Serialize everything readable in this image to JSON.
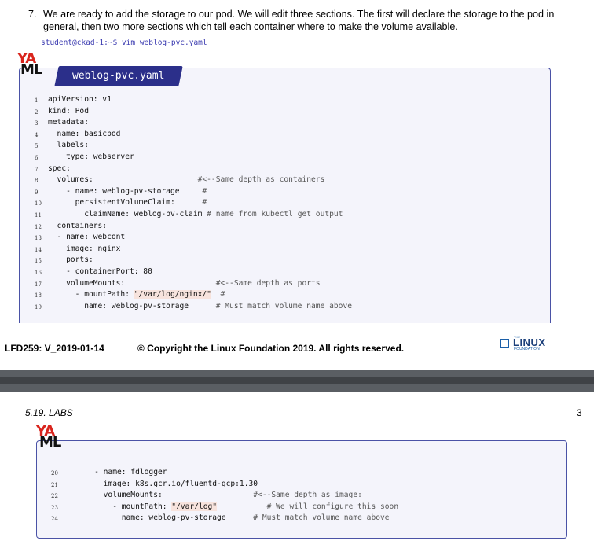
{
  "step": {
    "number": "7.",
    "text": "We are ready to add the storage to our pod. We will edit three sections. The first will declare the storage to the pod in general, then two more sections which tell each container where to make the volume available."
  },
  "command": "student@ckad-1:~$ vim weblog-pvc.yaml",
  "logo": {
    "top": "YA",
    "bottom": "ML"
  },
  "file_tab": "weblog-pvc.yaml",
  "code_block_1": [
    {
      "n": "1",
      "segs": [
        {
          "t": "apiVersion: v1"
        }
      ]
    },
    {
      "n": "2",
      "segs": [
        {
          "t": "kind: Pod"
        }
      ]
    },
    {
      "n": "3",
      "segs": [
        {
          "t": "metadata:"
        }
      ]
    },
    {
      "n": "4",
      "segs": [
        {
          "t": "  name: basicpod"
        }
      ]
    },
    {
      "n": "5",
      "segs": [
        {
          "t": "  labels:"
        }
      ]
    },
    {
      "n": "6",
      "segs": [
        {
          "t": "    type: webserver"
        }
      ]
    },
    {
      "n": "7",
      "segs": [
        {
          "t": "spec:"
        }
      ]
    },
    {
      "n": "8",
      "segs": [
        {
          "t": "  volumes:                       "
        },
        {
          "t": "#<--Same depth as containers",
          "c": "cmt"
        }
      ]
    },
    {
      "n": "9",
      "segs": [
        {
          "t": "    - name: weblog-pv-storage     "
        },
        {
          "t": "#",
          "c": "cmt"
        }
      ]
    },
    {
      "n": "10",
      "segs": [
        {
          "t": "      persistentVolumeClaim:      "
        },
        {
          "t": "#",
          "c": "cmt"
        }
      ]
    },
    {
      "n": "11",
      "segs": [
        {
          "t": "        claimName: weblog-pv-claim "
        },
        {
          "t": "# name from kubectl get output",
          "c": "cmt"
        }
      ]
    },
    {
      "n": "12",
      "segs": [
        {
          "t": "  containers:"
        }
      ]
    },
    {
      "n": "13",
      "segs": [
        {
          "t": "  - name: webcont"
        }
      ]
    },
    {
      "n": "14",
      "segs": [
        {
          "t": "    image: nginx"
        }
      ]
    },
    {
      "n": "15",
      "segs": [
        {
          "t": "    ports:"
        }
      ]
    },
    {
      "n": "16",
      "segs": [
        {
          "t": "    - containerPort: 80"
        }
      ]
    },
    {
      "n": "17",
      "segs": [
        {
          "t": "    volumeMounts:                    "
        },
        {
          "t": "#<--Same depth as ports",
          "c": "cmt"
        }
      ]
    },
    {
      "n": "18",
      "segs": [
        {
          "t": "      - mountPath: "
        },
        {
          "t": "\"/var/log/nginx/\"",
          "c": "str"
        },
        {
          "t": "  "
        },
        {
          "t": "#",
          "c": "cmt"
        }
      ]
    },
    {
      "n": "19",
      "segs": [
        {
          "t": "        name: weblog-pv-storage      "
        },
        {
          "t": "# Must match volume name above",
          "c": "cmt"
        }
      ]
    }
  ],
  "footer": {
    "version": "LFD259: V_2019-01-14",
    "copyright": "© Copyright the Linux Foundation 2019. All rights reserved.",
    "brand_the": "THE",
    "brand_linux": "LINUX",
    "brand_foundation": "FOUNDATION"
  },
  "page2_header": {
    "section": "5.19.  LABS",
    "page": "3"
  },
  "code_block_2": [
    {
      "n": "20",
      "segs": [
        {
          "t": "    - name: fdlogger"
        }
      ]
    },
    {
      "n": "21",
      "segs": [
        {
          "t": "      image: k8s.gcr.io/fluentd-gcp:1.30"
        }
      ]
    },
    {
      "n": "22",
      "segs": [
        {
          "t": "      volumeMounts:                    "
        },
        {
          "t": "#<--Same depth as image:",
          "c": "cmt"
        }
      ]
    },
    {
      "n": "23",
      "segs": [
        {
          "t": "        - mountPath: "
        },
        {
          "t": "\"/var/log\"",
          "c": "str"
        },
        {
          "t": "           "
        },
        {
          "t": "# We will configure this soon",
          "c": "cmt"
        }
      ]
    },
    {
      "n": "24",
      "segs": [
        {
          "t": "          name: weblog-pv-storage      "
        },
        {
          "t": "# Must match volume name above",
          "c": "cmt"
        }
      ]
    }
  ],
  "colors": {
    "accent": "#2b2f8a",
    "box_border": "#4a52a6",
    "logo_red": "#d9251d",
    "string_bg": "#f7e3dd"
  }
}
